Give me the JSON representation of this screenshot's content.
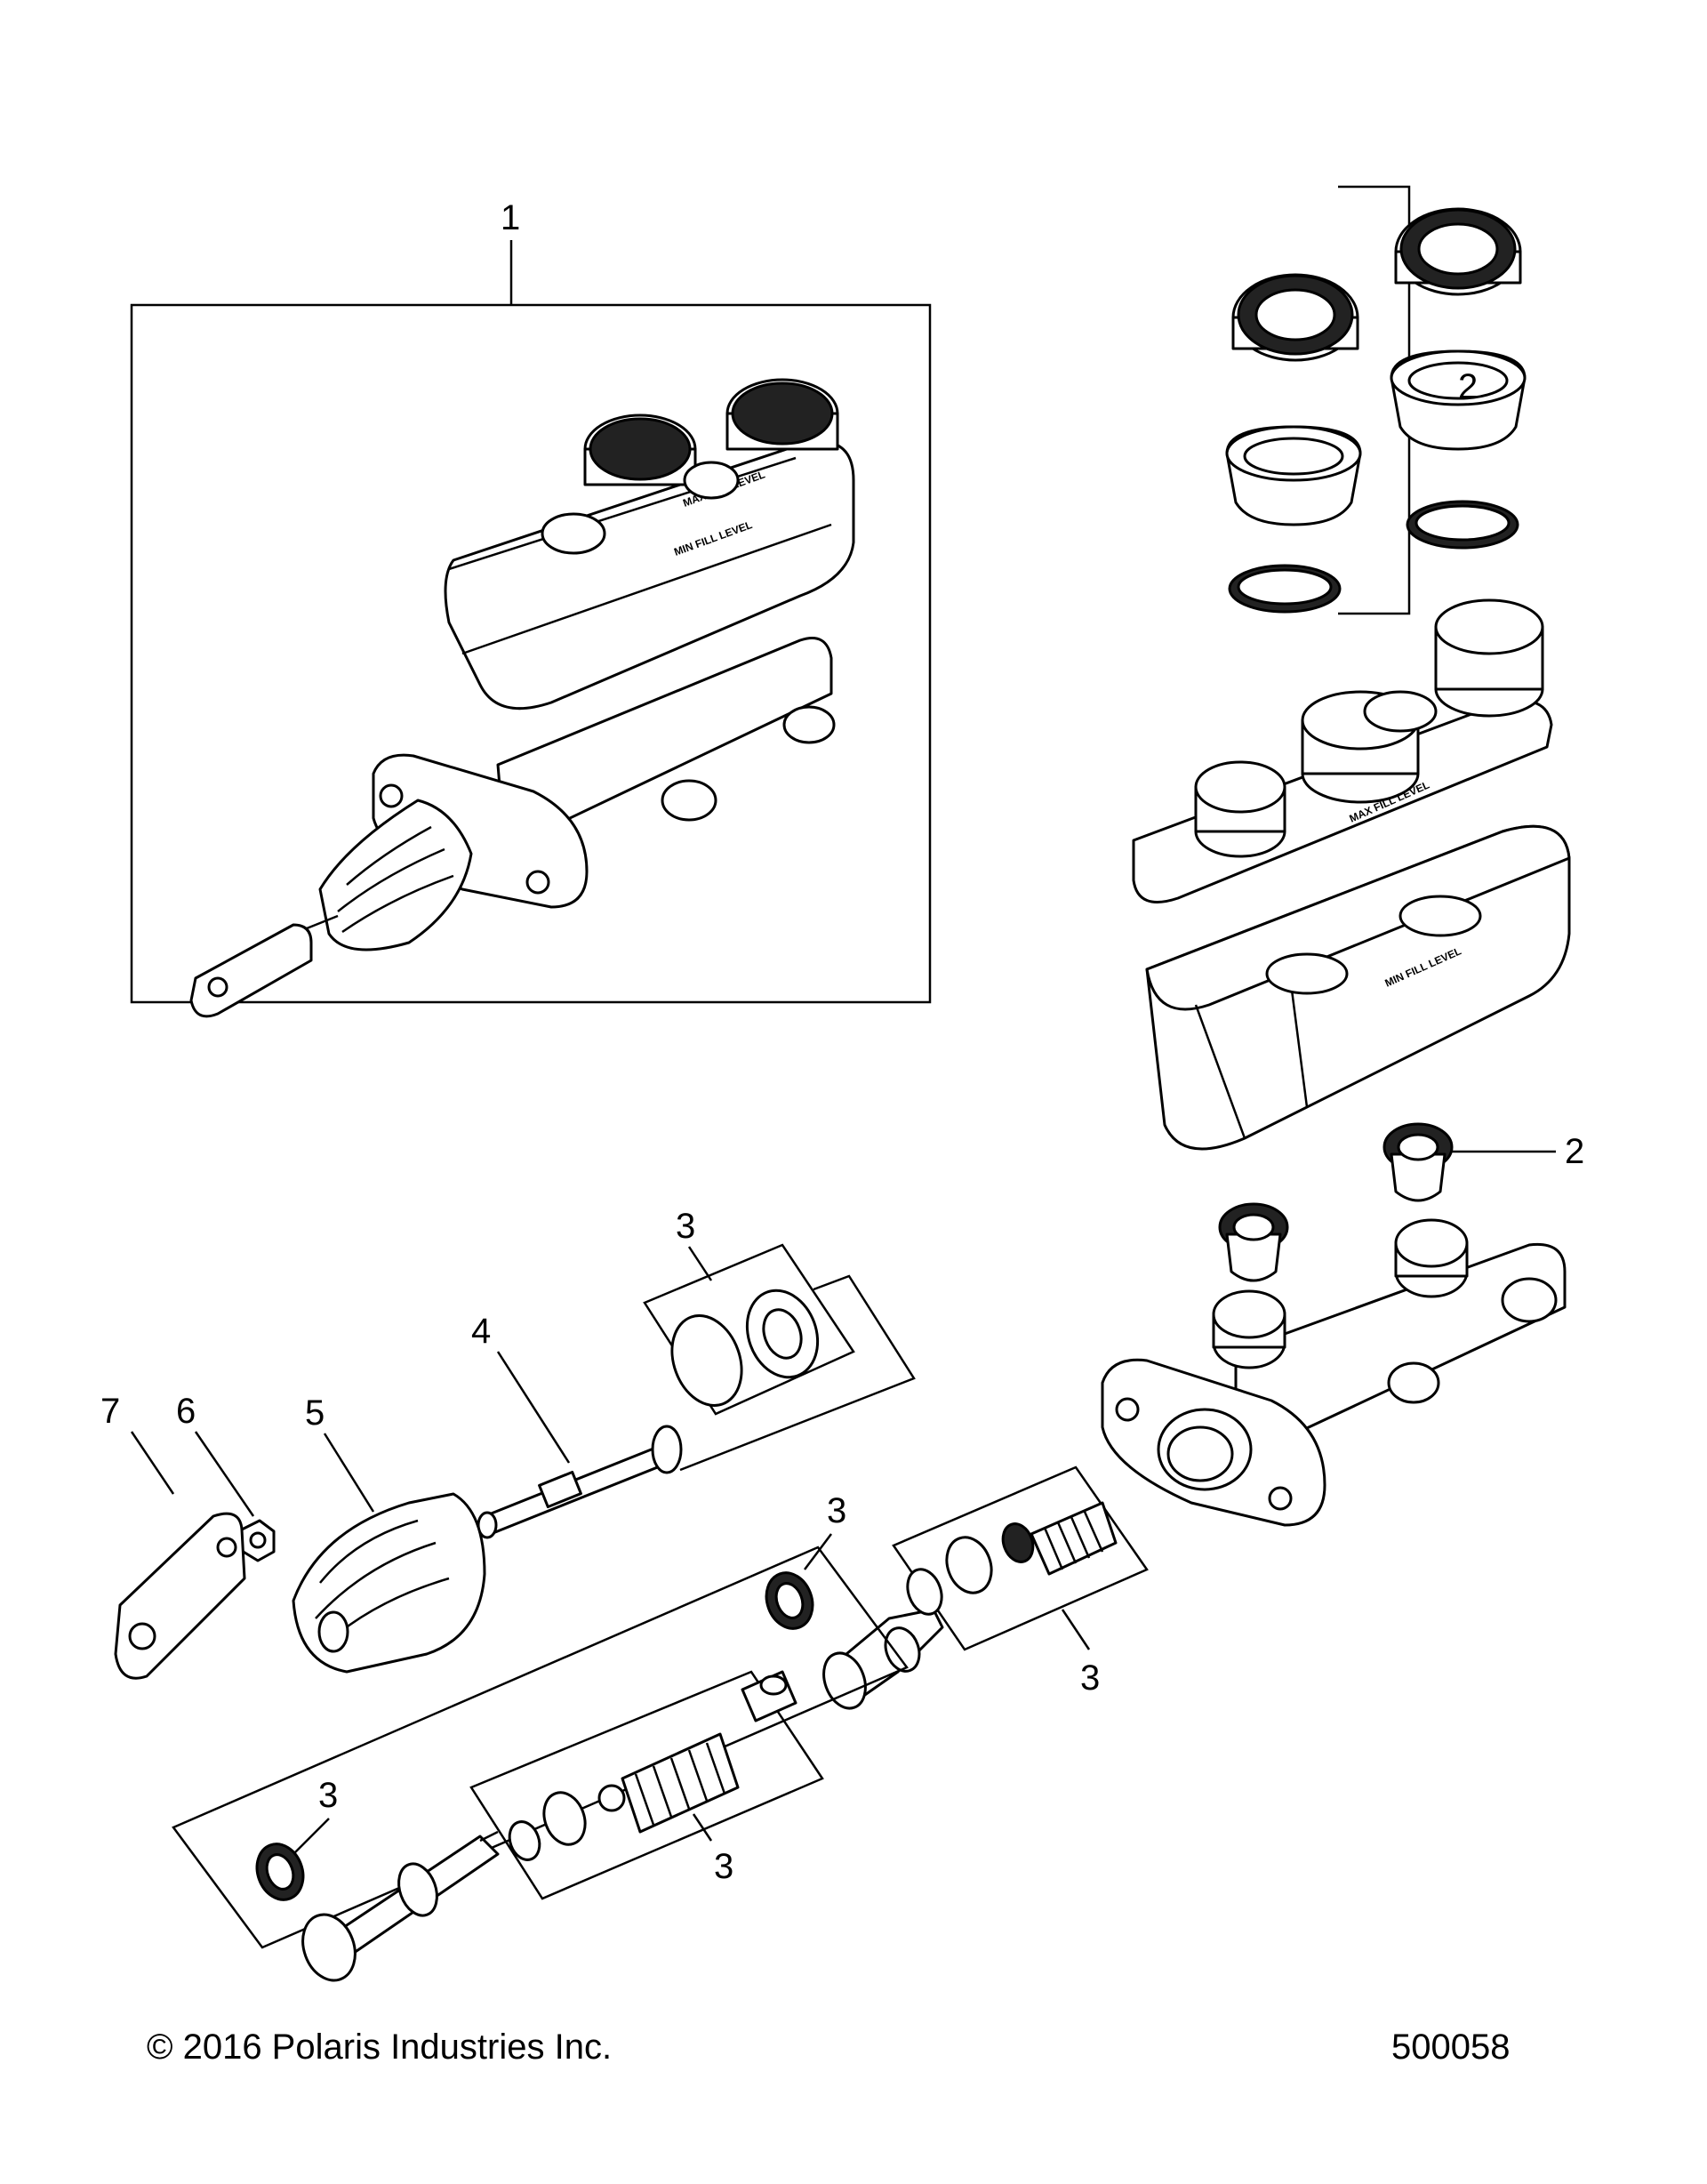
{
  "diagram": {
    "callouts": [
      {
        "id": "c1",
        "label": "1"
      },
      {
        "id": "c2a",
        "label": "2"
      },
      {
        "id": "c2b",
        "label": "2"
      },
      {
        "id": "c3a",
        "label": "3"
      },
      {
        "id": "c3b",
        "label": "3"
      },
      {
        "id": "c3c",
        "label": "3"
      },
      {
        "id": "c3d",
        "label": "3"
      },
      {
        "id": "c3e",
        "label": "3"
      },
      {
        "id": "c4",
        "label": "4"
      },
      {
        "id": "c5",
        "label": "5"
      },
      {
        "id": "c6",
        "label": "6"
      },
      {
        "id": "c7",
        "label": "7"
      }
    ],
    "reservoir_labels": {
      "max_fill": "MAX FILL LEVEL",
      "min_fill": "MIN FILL LEVEL"
    }
  },
  "footer": {
    "copyright": "© 2016 Polaris Industries Inc.",
    "drawing_number": "500058"
  }
}
